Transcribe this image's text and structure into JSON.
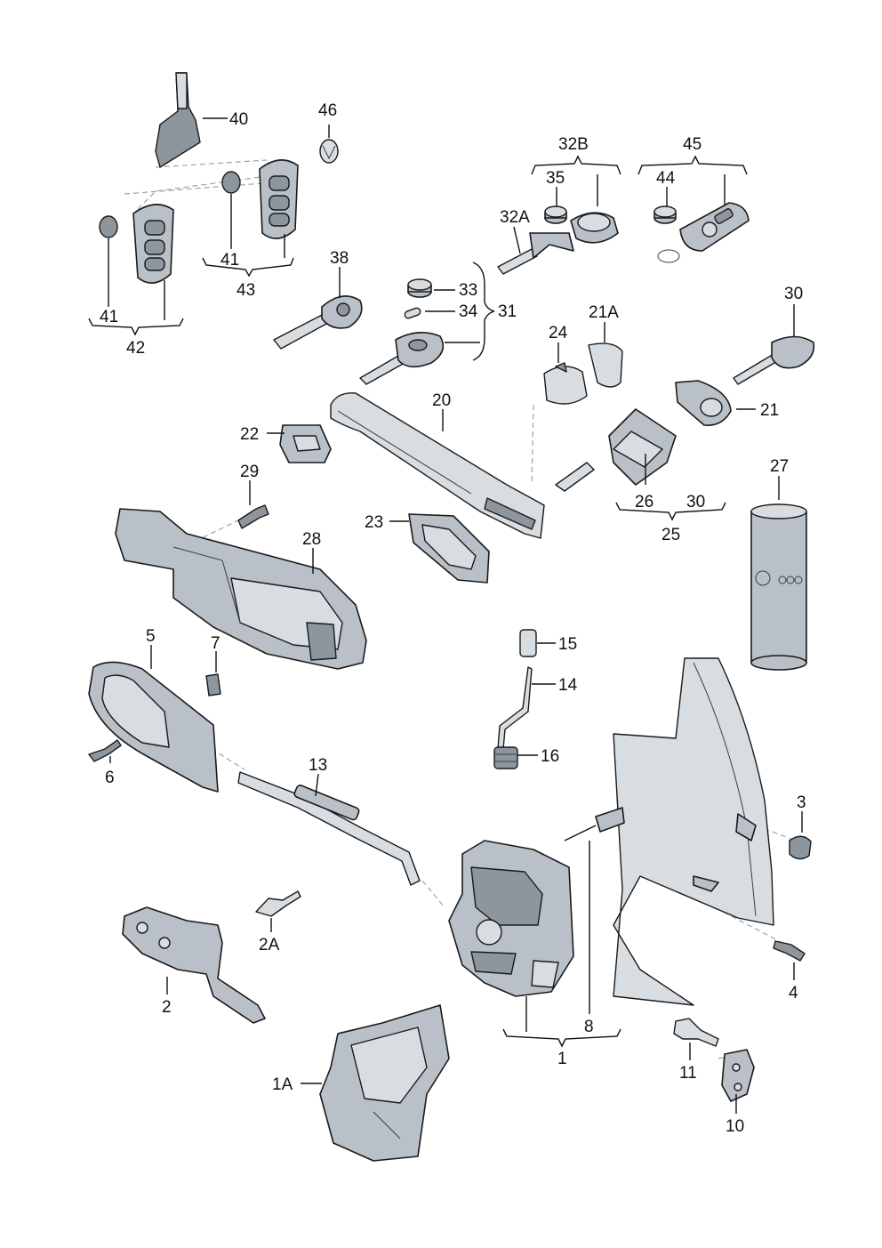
{
  "callouts": {
    "c40": "40",
    "c46": "46",
    "c41a": "41",
    "c43": "43",
    "c41b": "41",
    "c42": "42",
    "c38": "38",
    "c33": "33",
    "c34": "34",
    "c31": "31",
    "c32B": "32B",
    "c35": "35",
    "c32A": "32A",
    "c45": "45",
    "c44": "44",
    "c24": "24",
    "c21A": "21A",
    "c30a": "30",
    "c20": "20",
    "c22": "22",
    "c21": "21",
    "c29": "29",
    "c28": "28",
    "c23": "23",
    "c26": "26",
    "c30b": "30",
    "c25": "25",
    "c27": "27",
    "c5": "5",
    "c7": "7",
    "c6": "6",
    "c13": "13",
    "c15": "15",
    "c14": "14",
    "c16": "16",
    "c3": "3",
    "c4": "4",
    "c2A": "2A",
    "c2": "2",
    "c8": "8",
    "c1": "1",
    "c1A": "1A",
    "c11": "11",
    "c10": "10"
  }
}
